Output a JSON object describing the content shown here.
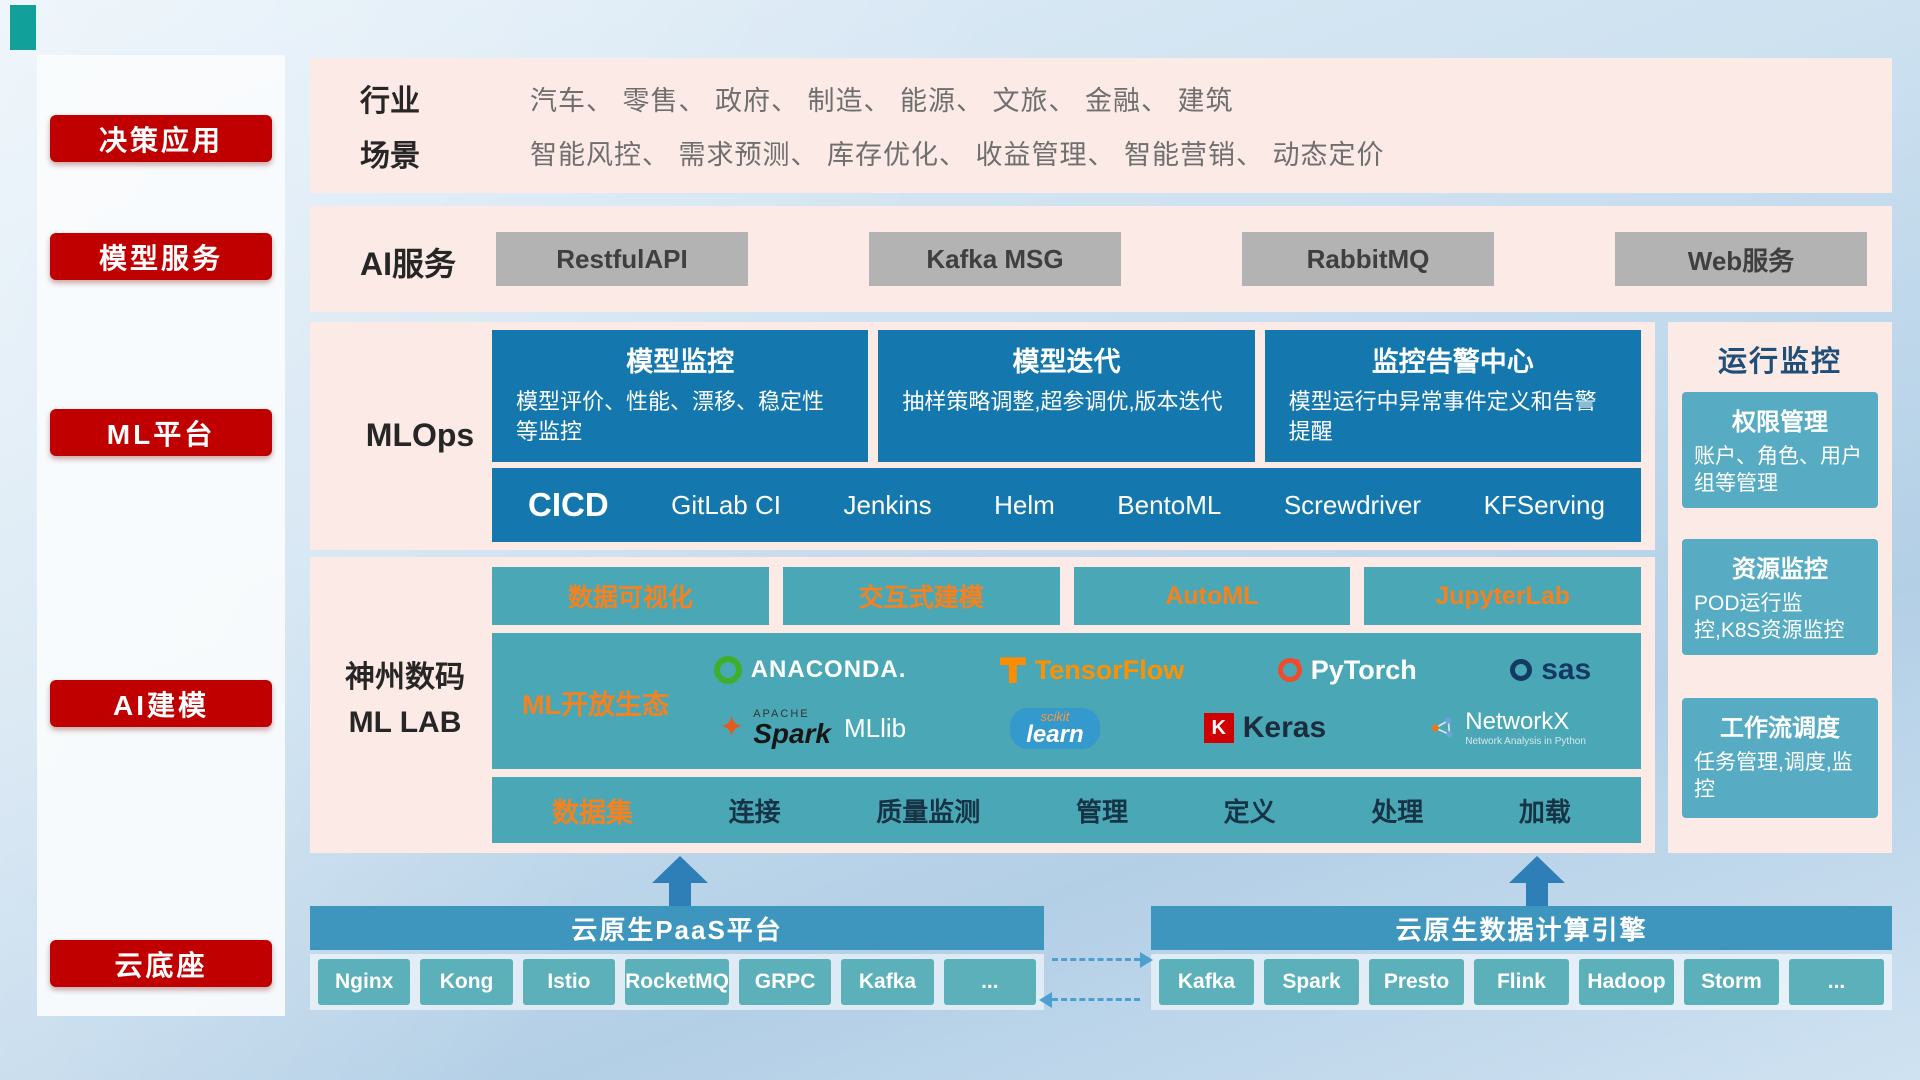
{
  "sidebar": {
    "items": [
      {
        "label": "决策应用"
      },
      {
        "label": "模型服务"
      },
      {
        "label": "ML平台"
      },
      {
        "label": "AI建模"
      },
      {
        "label": "云底座"
      }
    ]
  },
  "industry": {
    "rows": [
      {
        "label": "行业",
        "value": "汽车、 零售、 政府、 制造、 能源、 文旅、 金融、 建筑"
      },
      {
        "label": "场景",
        "value": "智能风控、 需求预测、 库存优化、 收益管理、 智能营销、 动态定价"
      }
    ]
  },
  "ai_service": {
    "label": "AI服务",
    "buttons": [
      {
        "label": "RestfulAPI"
      },
      {
        "label": "Kafka MSG"
      },
      {
        "label": "RabbitMQ"
      },
      {
        "label": "Web服务"
      }
    ]
  },
  "mlops": {
    "label": "MLOps",
    "cards": [
      {
        "title": "模型监控",
        "desc": "模型评价、性能、漂移、稳定性等监控"
      },
      {
        "title": "模型迭代",
        "desc": "抽样策略调整,超参调优,版本迭代"
      },
      {
        "title": "监控告警中心",
        "desc": "模型运行中异常事件定义和告警提醒"
      }
    ],
    "cicd": {
      "title": "CICD",
      "items": [
        {
          "label": "GitLab CI"
        },
        {
          "label": "Jenkins"
        },
        {
          "label": "Helm"
        },
        {
          "label": "BentoML"
        },
        {
          "label": "Screwdriver"
        },
        {
          "label": "KFServing"
        }
      ]
    }
  },
  "mllab": {
    "label_line1": "神州数码",
    "label_line2": "ML LAB",
    "tools": [
      {
        "label": "数据可视化"
      },
      {
        "label": "交互式建模"
      },
      {
        "label": "AutoML"
      },
      {
        "label": "JupyterLab"
      }
    ],
    "ecosystem": {
      "label": "ML开放生态",
      "logos": [
        {
          "name": "ANACONDA."
        },
        {
          "name": "TensorFlow"
        },
        {
          "name": "PyTorch"
        },
        {
          "name": "sas"
        },
        {
          "name": "Spark",
          "eyebrow": "APACHE",
          "suffix": "MLlib"
        },
        {
          "name": "learn",
          "eyebrow": "scikit"
        },
        {
          "name": "Keras",
          "initial": "K"
        },
        {
          "name": "NetworkX",
          "subtitle": "Network Analysis in Python"
        }
      ]
    },
    "dataset": {
      "label": "数据集",
      "items": [
        {
          "label": "连接"
        },
        {
          "label": "质量监测"
        },
        {
          "label": "管理"
        },
        {
          "label": "定义"
        },
        {
          "label": "处理"
        },
        {
          "label": "加载"
        }
      ]
    }
  },
  "monitoring": {
    "title": "运行监控",
    "cards": [
      {
        "title": "权限管理",
        "desc": "账户、角色、用户组等管理"
      },
      {
        "title": "资源监控",
        "desc": "POD运行监控,K8S资源监控"
      },
      {
        "title": "工作流调度",
        "desc": "任务管理,调度,监控"
      }
    ]
  },
  "foundation": {
    "paas": {
      "title": "云原生PaaS平台",
      "items": [
        {
          "label": "Nginx"
        },
        {
          "label": "Kong"
        },
        {
          "label": "Istio"
        },
        {
          "label": "RocketMQ"
        },
        {
          "label": "GRPC"
        },
        {
          "label": "Kafka"
        },
        {
          "label": "..."
        }
      ]
    },
    "engine": {
      "title": "云原生数据计算引擎",
      "items": [
        {
          "label": "Kafka"
        },
        {
          "label": "Spark"
        },
        {
          "label": "Presto"
        },
        {
          "label": "Flink"
        },
        {
          "label": "Hadoop"
        },
        {
          "label": "Storm"
        },
        {
          "label": "..."
        }
      ]
    }
  },
  "colors": {
    "accent_red": "#c00000",
    "panel_pink": "#fceae6",
    "card_blue": "#1478ae",
    "lab_teal": "#4aa8b6",
    "monitor_teal": "#57acc3",
    "bar_blue": "#3e96bf",
    "chip_teal": "#5bb0ba",
    "orange": "#f5821f"
  }
}
